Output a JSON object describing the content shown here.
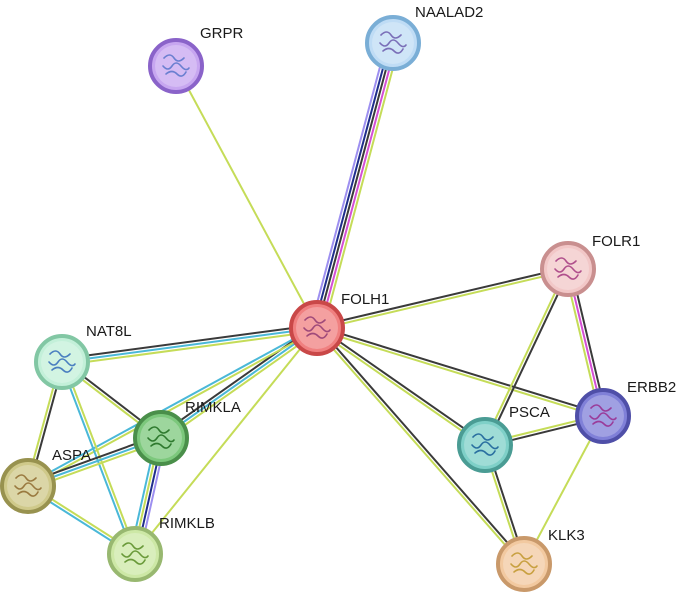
{
  "nodes": [
    {
      "id": "GRPR",
      "label": "GRPR",
      "fill": "#c7a6f0",
      "stroke": "#8a63c9",
      "glyph": "#6a7fd0"
    },
    {
      "id": "NAALAD2",
      "label": "NAALAD2",
      "fill": "#bfdcf5",
      "stroke": "#7aaed6",
      "glyph": "#7a6fb8"
    },
    {
      "id": "FOLR1",
      "label": "FOLR1",
      "fill": "#f2c7c7",
      "stroke": "#c98f8f",
      "glyph": "#b0508c"
    },
    {
      "id": "FOLH1",
      "label": "FOLH1",
      "fill": "#f08080",
      "stroke": "#c94848",
      "glyph": "#a04a7a"
    },
    {
      "id": "NAT8L",
      "label": "NAT8L",
      "fill": "#c3f0d9",
      "stroke": "#82c7a4",
      "glyph": "#4a7fc0"
    },
    {
      "id": "RIMKLA",
      "label": "RIMKLA",
      "fill": "#7cc87c",
      "stroke": "#4a8f4a",
      "glyph": "#2f7a2f"
    },
    {
      "id": "ERBB2",
      "label": "ERBB2",
      "fill": "#8080d8",
      "stroke": "#4f4fa8",
      "glyph": "#9a3c9a"
    },
    {
      "id": "PSCA",
      "label": "PSCA",
      "fill": "#7fd0c8",
      "stroke": "#4a9c94",
      "glyph": "#2a6fa0"
    },
    {
      "id": "ASPA",
      "label": "ASPA",
      "fill": "#cfc98a",
      "stroke": "#98924f",
      "glyph": "#9a7a40"
    },
    {
      "id": "RIMKLB",
      "label": "RIMKLB",
      "fill": "#cde8a6",
      "stroke": "#98b870",
      "glyph": "#6a9a3a"
    },
    {
      "id": "KLK3",
      "label": "KLK3",
      "fill": "#f2c9a0",
      "stroke": "#c9996a",
      "glyph": "#c8a040"
    }
  ],
  "evidence_colors": {
    "textmining": "#c5dc58",
    "coexpression": "#3a3a3a",
    "database": "#4ab8d8",
    "experiments": "#d44fd4",
    "homology": "#9d8ff0",
    "cooccurrence": "#1f2d8c"
  },
  "edges": [
    {
      "from": "FOLH1",
      "to": "GRPR",
      "evidence": [
        "textmining"
      ]
    },
    {
      "from": "FOLH1",
      "to": "NAALAD2",
      "evidence": [
        "homology",
        "cooccurrence",
        "coexpression",
        "experiments",
        "textmining"
      ]
    },
    {
      "from": "FOLH1",
      "to": "FOLR1",
      "evidence": [
        "coexpression",
        "textmining"
      ]
    },
    {
      "from": "FOLH1",
      "to": "ERBB2",
      "evidence": [
        "coexpression",
        "textmining"
      ]
    },
    {
      "from": "FOLH1",
      "to": "PSCA",
      "evidence": [
        "coexpression",
        "textmining"
      ]
    },
    {
      "from": "FOLH1",
      "to": "KLK3",
      "evidence": [
        "coexpression",
        "textmining"
      ]
    },
    {
      "from": "FOLH1",
      "to": "NAT8L",
      "evidence": [
        "textmining",
        "database",
        "coexpression"
      ]
    },
    {
      "from": "FOLH1",
      "to": "RIMKLA",
      "evidence": [
        "textmining",
        "database",
        "coexpression"
      ]
    },
    {
      "from": "FOLH1",
      "to": "ASPA",
      "evidence": [
        "textmining",
        "database"
      ]
    },
    {
      "from": "FOLH1",
      "to": "RIMKLB",
      "evidence": [
        "textmining"
      ]
    },
    {
      "from": "FOLR1",
      "to": "ERBB2",
      "evidence": [
        "coexpression",
        "experiments",
        "textmining"
      ]
    },
    {
      "from": "FOLR1",
      "to": "PSCA",
      "evidence": [
        "coexpression",
        "textmining"
      ]
    },
    {
      "from": "ERBB2",
      "to": "PSCA",
      "evidence": [
        "coexpression",
        "textmining"
      ]
    },
    {
      "from": "ERBB2",
      "to": "KLK3",
      "evidence": [
        "textmining"
      ]
    },
    {
      "from": "PSCA",
      "to": "KLK3",
      "evidence": [
        "coexpression",
        "textmining"
      ]
    },
    {
      "from": "NAT8L",
      "to": "RIMKLA",
      "evidence": [
        "coexpression",
        "textmining"
      ]
    },
    {
      "from": "NAT8L",
      "to": "ASPA",
      "evidence": [
        "coexpression",
        "textmining"
      ]
    },
    {
      "from": "NAT8L",
      "to": "RIMKLB",
      "evidence": [
        "textmining",
        "database"
      ]
    },
    {
      "from": "RIMKLA",
      "to": "RIMKLB",
      "evidence": [
        "homology",
        "cooccurrence",
        "textmining",
        "database"
      ]
    },
    {
      "from": "RIMKLA",
      "to": "ASPA",
      "evidence": [
        "textmining",
        "database",
        "coexpression"
      ]
    },
    {
      "from": "ASPA",
      "to": "RIMKLB",
      "evidence": [
        "textmining",
        "database"
      ]
    }
  ]
}
